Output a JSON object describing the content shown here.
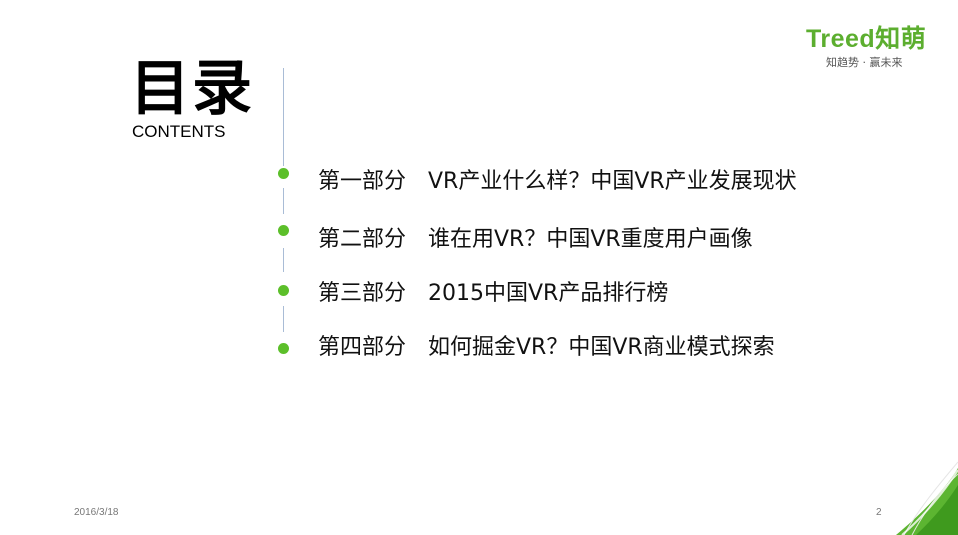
{
  "header": {
    "title": "目录",
    "subtitle": "CONTENTS"
  },
  "logo": {
    "wordmark": "Treed知萌",
    "tagline": "知趋势 · 赢未来",
    "brand_color": "#5cae2f"
  },
  "agenda": {
    "bullet_color": "#5cbf2a",
    "items": [
      {
        "part": "第一部分",
        "text": "VR产业什么样？中国VR产业发展现状"
      },
      {
        "part": "第二部分",
        "text": "谁在用VR？中国VR重度用户画像"
      },
      {
        "part": "第三部分",
        "text": "2015中国VR产品排行榜"
      },
      {
        "part": "第四部分",
        "text": "如何掘金VR？中国VR商业模式探索"
      }
    ]
  },
  "footer": {
    "date": "2016/3/18",
    "page_number": "2"
  }
}
